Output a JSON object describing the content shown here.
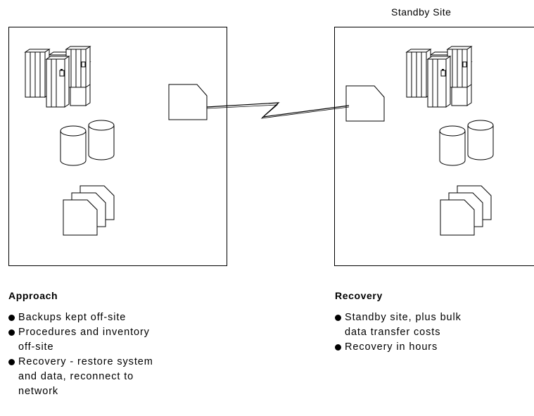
{
  "diagram": {
    "standby_label": "Standby Site"
  },
  "approach": {
    "heading": "Approach",
    "items": [
      "Backups kept off-site",
      "Procedures and inventory\noff-site",
      "Recovery - restore system\nand data, reconnect to\nnetwork"
    ]
  },
  "recovery": {
    "heading": "Recovery",
    "items": [
      "Standby site, plus bulk\ndata transfer costs",
      "Recovery in hours"
    ]
  },
  "colors": {
    "line": "#000000",
    "fill": "#ffffff"
  }
}
